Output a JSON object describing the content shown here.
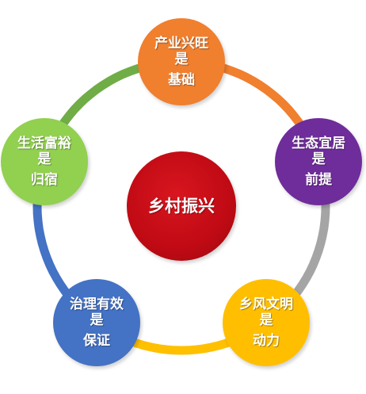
{
  "center": {
    "label": "乡村振兴",
    "color": "#C00A14"
  },
  "nodes": [
    {
      "id": "industry",
      "lines": [
        "产业兴旺",
        "是",
        "基础"
      ],
      "color": "#F07F2E"
    },
    {
      "id": "ecology",
      "lines": [
        "生态宜居",
        "是",
        "前提"
      ],
      "color": "#6F2C9B"
    },
    {
      "id": "civility",
      "lines": [
        "乡风文明",
        "是",
        "动力"
      ],
      "color": "#FFBF00"
    },
    {
      "id": "governance",
      "lines": [
        "治理有效",
        "是",
        "保证"
      ],
      "color": "#4472C4"
    },
    {
      "id": "prosperity",
      "lines": [
        "生活富裕",
        "是",
        "归宿"
      ],
      "color": "#92D050"
    }
  ],
  "ring_arcs": [
    {
      "from": "industry",
      "to": "ecology",
      "color": "#F07F2E"
    },
    {
      "from": "ecology",
      "to": "civility",
      "color": "#A5A5A5"
    },
    {
      "from": "civility",
      "to": "governance",
      "color": "#FFC000"
    },
    {
      "from": "governance",
      "to": "prosperity",
      "color": "#4472C4"
    },
    {
      "from": "prosperity",
      "to": "industry",
      "color": "#70AD47"
    }
  ]
}
